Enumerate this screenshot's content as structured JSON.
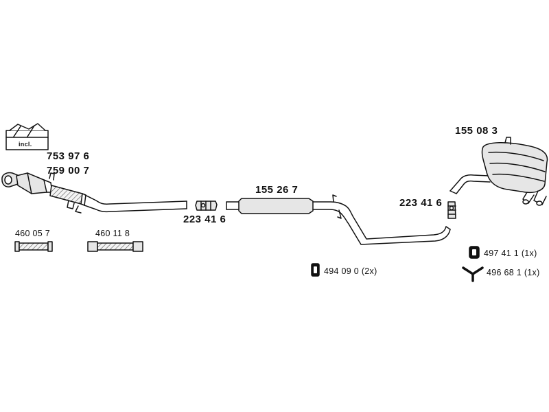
{
  "kit_box": {
    "label": "incl."
  },
  "parts": {
    "catalyst_a": "753 97 6",
    "catalyst_b": "759 00 7",
    "clamp_front": "223 41 6",
    "middle_silencer": "155 26 7",
    "clamp_rear": "223 41 6",
    "rear_silencer": "155 08 3",
    "flex_pipe_1": "460 05 7",
    "flex_pipe_2": "460 11 8"
  },
  "accessories": [
    {
      "icon": "rubber-mount-icon",
      "text": "494 09 0 (2x)"
    },
    {
      "icon": "rubber-mount-icon",
      "text": "497 41 1 (1x)"
    },
    {
      "icon": "y-bracket-icon",
      "text": "496 68 1 (1x)"
    }
  ],
  "colors": {
    "ink": "#111111",
    "part_fill": "#e6e6e6",
    "mesh": "#555555"
  }
}
